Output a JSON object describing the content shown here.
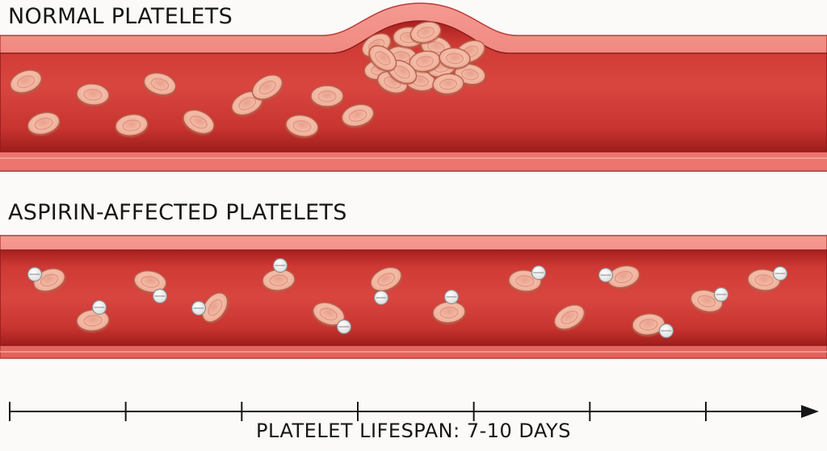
{
  "panels": {
    "normal": {
      "title": "NORMAL PLATELETS"
    },
    "aspirin": {
      "title": "ASPIRIN-AFFECTED PLATELETS"
    }
  },
  "timeline": {
    "caption": "PLATELET LIFESPAN: 7-10 DAYS",
    "tick_count": 7
  },
  "colors": {
    "vessel_wall": "#e8625f",
    "vessel_lumen": "#c9302c",
    "platelet": "#f0b19a",
    "platelet_edge": "#b5604c",
    "aspirin_pill": "#ffffff"
  },
  "icons": [
    "blood-vessel",
    "platelet-cell",
    "platelet-clot",
    "aspirin-pill",
    "timeline-arrow"
  ]
}
